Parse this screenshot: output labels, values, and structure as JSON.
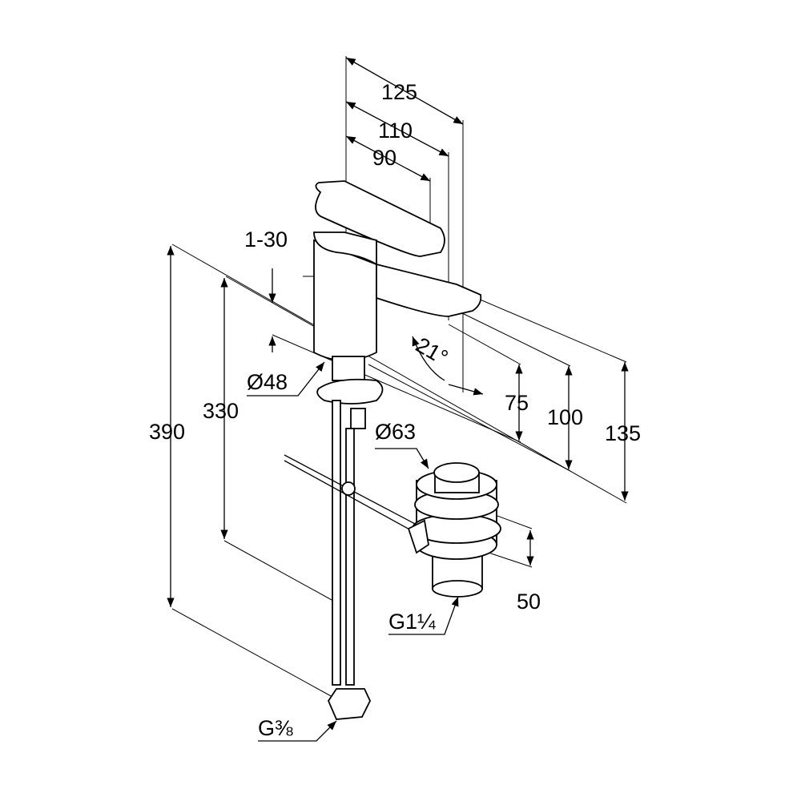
{
  "title": "Basin mixer dimension drawing",
  "dimensions": {
    "width_overall": "125",
    "width_spout": "110",
    "width_lever": "90",
    "deck_thickness": "1-30",
    "spout_angle": "21°",
    "body_diameter": "Ø48",
    "hose_length": "390",
    "rod_length": "330",
    "spout_height": "75",
    "lever_height": "100",
    "total_height": "135",
    "waste_diameter": "Ø63",
    "waste_height": "50",
    "waste_thread": "G1¼",
    "hose_thread": "G⅜"
  },
  "colors": {
    "line": "#000000",
    "background": "#ffffff"
  }
}
